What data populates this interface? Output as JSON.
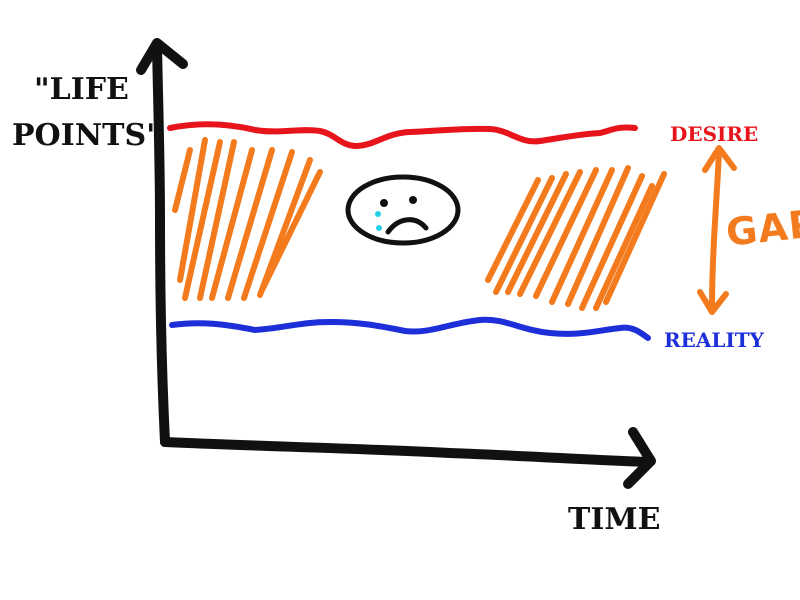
{
  "y_axis_label_line1": "\"LIFE",
  "y_axis_label_line2": "POINTS\"",
  "x_axis_label": "TIME",
  "desire_label": "DESIRE",
  "reality_label": "REALITY",
  "gap_label": "GAP",
  "colors": {
    "axis": "#111111",
    "desire": "#e8141c",
    "reality": "#1c2fd9",
    "gap": "#f37b1d",
    "tear": "#22d3e8"
  },
  "icons": [
    "sad-face-icon",
    "double-arrow-icon"
  ]
}
